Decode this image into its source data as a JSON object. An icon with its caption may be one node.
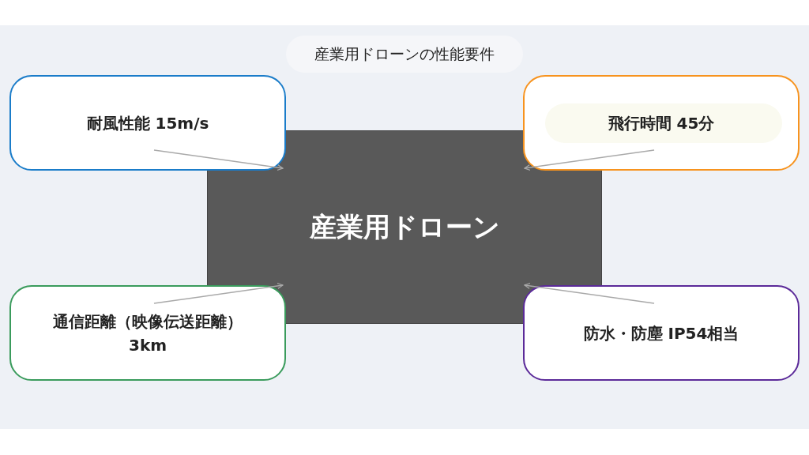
{
  "diagram": {
    "title": "産業用ドローンの性能要件",
    "nodes": [
      {
        "text": [
          "産業用ドローン"
        ]
      },
      {
        "text": [
          "耐風性能 15m/s"
        ]
      },
      {
        "text": [
          "飛行時間 45分"
        ]
      },
      {
        "text": [
          "通信距離（映像伝送距離）3km"
        ]
      },
      {
        "text": [
          "防水・防塵 IP54相当"
        ]
      }
    ],
    "edges": [
      {
        "from": 1,
        "to": 0,
        "arrow": "to"
      },
      {
        "from": 2,
        "to": 0,
        "arrow": "to"
      },
      {
        "from": 3,
        "to": 0,
        "arrow": "to"
      },
      {
        "from": 4,
        "to": 0,
        "arrow": "to"
      }
    ]
  }
}
